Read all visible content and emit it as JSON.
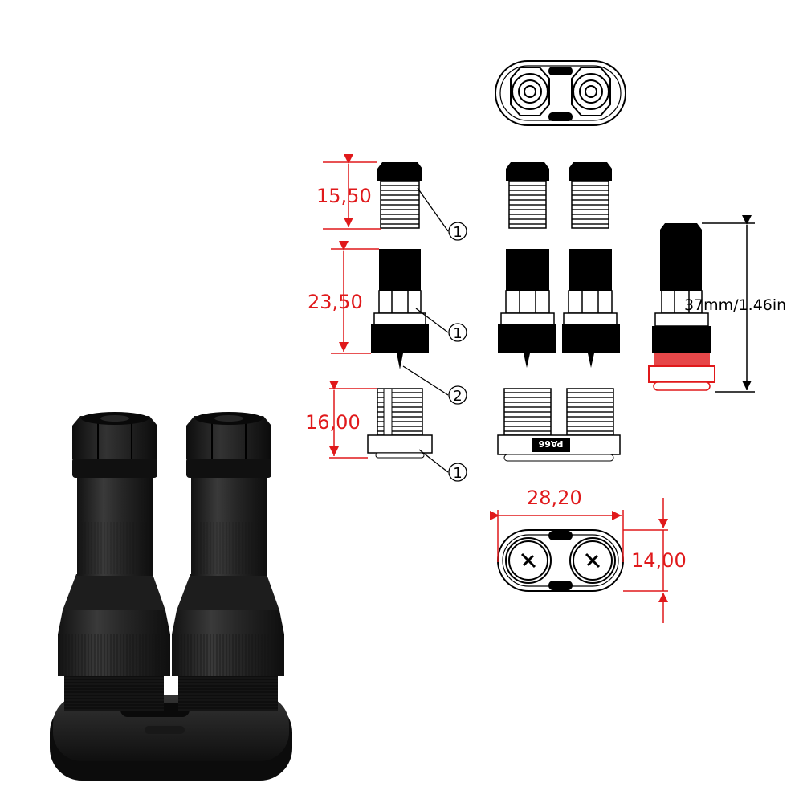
{
  "colors": {
    "dimension": "#e0191b",
    "line": "#000000",
    "product_dark": "#1a1a1a",
    "product_mid": "#2b2b2b",
    "product_light": "#3d3d3d"
  },
  "dimensions": {
    "cap_height": "15,50",
    "body_height": "23,50",
    "base_height": "16,00",
    "base_width": "28,20",
    "base_depth": "14,00",
    "total_length": "37mm/1.46in"
  },
  "callouts": {
    "cap": "1",
    "body": "1",
    "pin": "2",
    "base": "1"
  },
  "base_marking": "PA66"
}
